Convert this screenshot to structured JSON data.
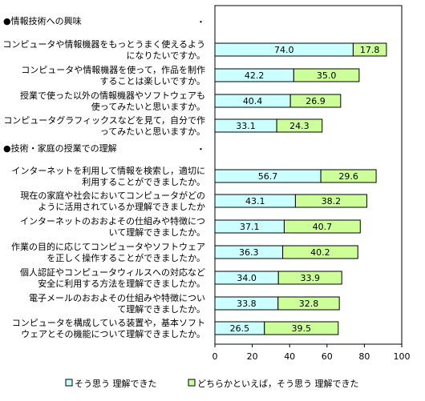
{
  "chart_data": {
    "type": "bar",
    "orientation": "horizontal",
    "stacked": true,
    "xlim": [
      0,
      100
    ],
    "xticks": [
      0,
      20,
      40,
      60,
      80,
      100
    ],
    "grid": false,
    "legend_position": "bottom",
    "sections": [
      {
        "title": "●情報技術への興味",
        "marker": "・",
        "rows": [
          {
            "lines": [
              "コンピュータや情報機器をもっとうまく使えるよう",
              "になりたいですか。"
            ],
            "values": [
              74.0,
              17.8
            ]
          },
          {
            "lines": [
              "コンピュータや情報機器を使って，作品を制作",
              "することは楽しいですか。"
            ],
            "values": [
              42.2,
              35.0
            ]
          },
          {
            "lines": [
              "授業で使った以外の情報機器やソフトウェアも",
              "使ってみたいと思いますか。"
            ],
            "values": [
              40.4,
              26.9
            ]
          },
          {
            "lines": [
              "コンピュータグラフィックスなどを見て，自分で作",
              "ってみたいと思いますか。"
            ],
            "values": [
              33.1,
              24.3
            ]
          }
        ]
      },
      {
        "title": "●技術・家庭の授業での理解",
        "marker": "・",
        "rows": [
          {
            "lines": [
              "インターネットを利用して情報を検索し，適切に",
              "利用することができましたか。"
            ],
            "values": [
              56.7,
              29.6
            ]
          },
          {
            "lines": [
              "現在の家庭や社会においてコンピュータがどの",
              "ように活用されているか理解できましたか"
            ],
            "values": [
              43.1,
              38.2
            ]
          },
          {
            "lines": [
              "インターネットのおおよその仕組みや特徴につ",
              "いて理解できましたか。"
            ],
            "values": [
              37.1,
              40.7
            ]
          },
          {
            "lines": [
              "作業の目的に応じてコンピュータやソフトウェア",
              "を正しく操作することができましたか。"
            ],
            "values": [
              36.3,
              40.2
            ]
          },
          {
            "lines": [
              "個人認証やコンピュータウィルスへの対応など",
              "安全に利用する方法を理解できましたか。"
            ],
            "values": [
              34.0,
              33.9
            ]
          },
          {
            "lines": [
              "電子メールのおおよその仕組みや特徴につい",
              "て理解できましたか。"
            ],
            "values": [
              33.8,
              32.8
            ]
          },
          {
            "lines": [
              "コンピュータを構成している装置や，基本ソフト",
              "ウェアとその機能について理解できましたか。"
            ],
            "values": [
              26.5,
              39.5
            ]
          }
        ]
      }
    ],
    "series": [
      {
        "name": "そう思う 理解できた",
        "color": "#ccffff"
      },
      {
        "name": "どちらかといえば，そう思う 理解できた",
        "color": "#ccff99"
      }
    ]
  }
}
